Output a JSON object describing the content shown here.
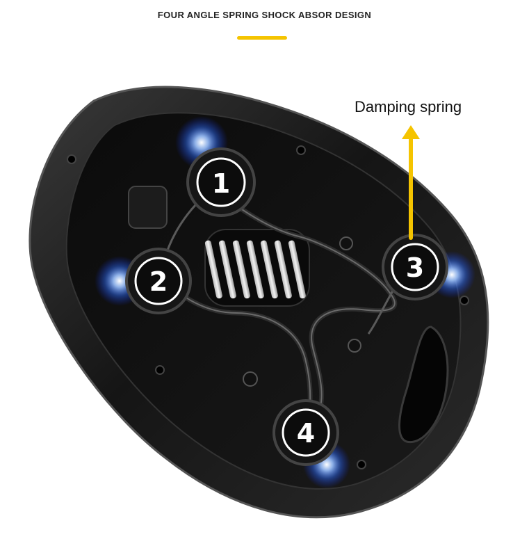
{
  "header": {
    "title": "FOUR ANGLE SPRING SHOCK ABSOR DESIGN"
  },
  "callout": {
    "label": "Damping spring"
  },
  "springs": [
    {
      "number": "1"
    },
    {
      "number": "2"
    },
    {
      "number": "3"
    },
    {
      "number": "4"
    }
  ],
  "colors": {
    "accent": "#f5c400",
    "saddle": "#101010",
    "rim": "#2a2a2a",
    "glow": "#3a7bff"
  }
}
